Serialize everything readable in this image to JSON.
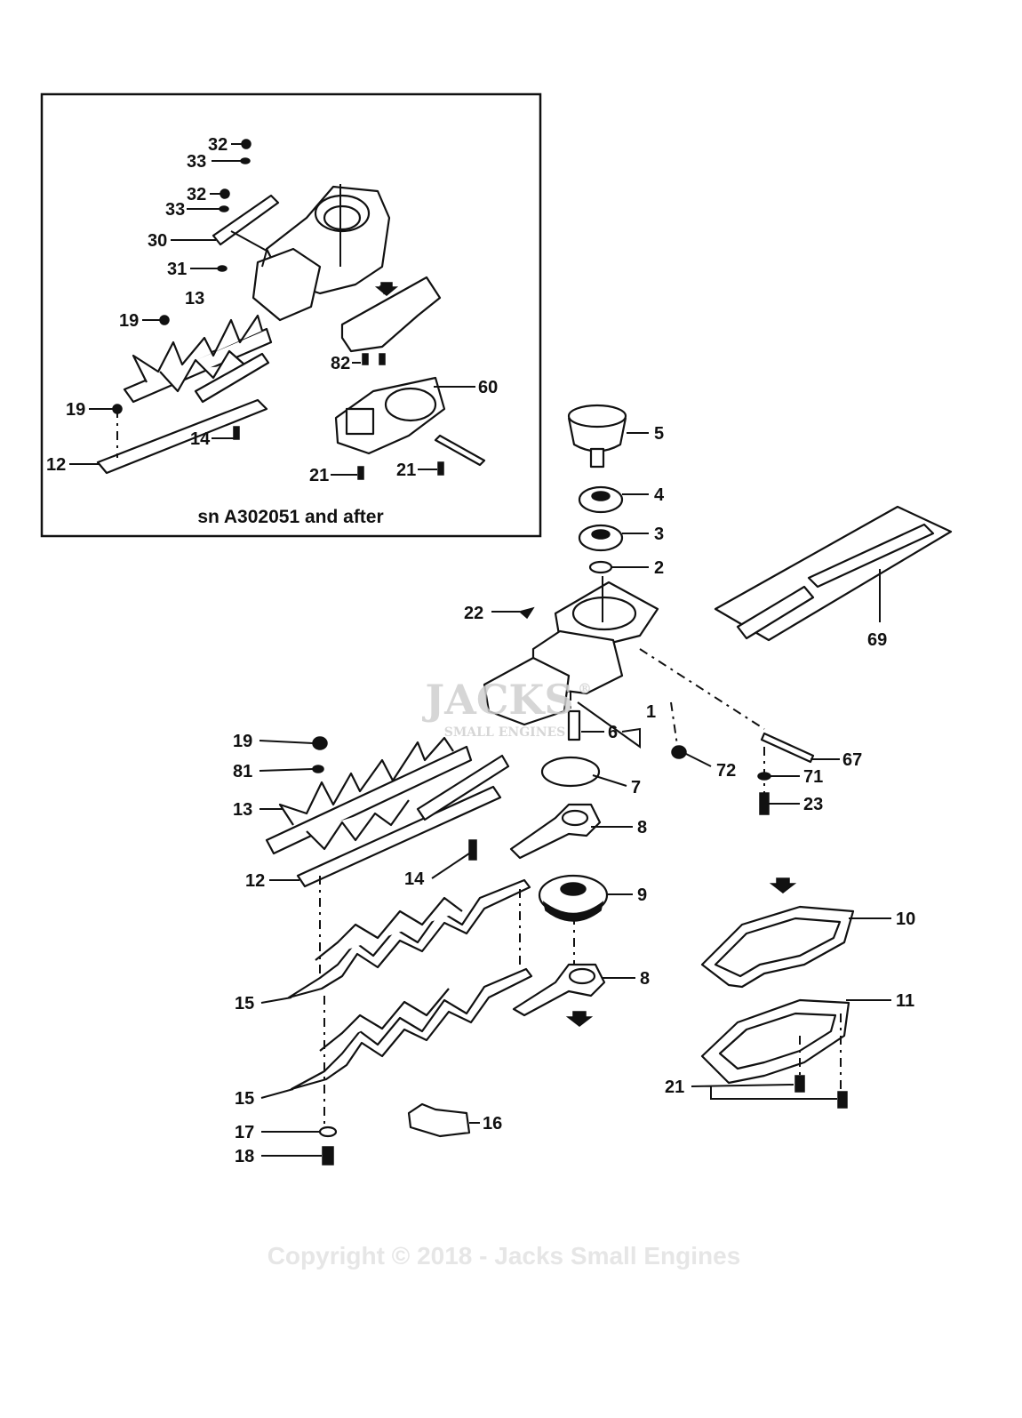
{
  "inset": {
    "caption": "sn A302051 and after"
  },
  "watermark": {
    "brand": "JACKS",
    "sub": "SMALL ENGINES",
    "reg": "®"
  },
  "copyright": "Copyright © 2018 - Jacks Small Engines",
  "labels": {
    "i32a": "32",
    "i33a": "33",
    "i32b": "32",
    "i33b": "33",
    "i30": "30",
    "i31": "31",
    "i13": "13",
    "i19a": "19",
    "i19b": "19",
    "i82": "82",
    "i60": "60",
    "i14": "14",
    "i12": "12",
    "i21a": "21",
    "i21b": "21",
    "p5": "5",
    "p4": "4",
    "p3": "3",
    "p2": "2",
    "p22": "22",
    "p69": "69",
    "p1": "1",
    "p6": "6",
    "p19": "19",
    "p81": "81",
    "p13": "13",
    "p72": "72",
    "p67": "67",
    "p7": "7",
    "p71": "71",
    "p23": "23",
    "p8a": "8",
    "p14": "14",
    "p12": "12",
    "p9": "9",
    "p10": "10",
    "p8b": "8",
    "p15a": "15",
    "p11": "11",
    "p21": "21",
    "p15b": "15",
    "p16": "16",
    "p17": "17",
    "p18": "18"
  }
}
